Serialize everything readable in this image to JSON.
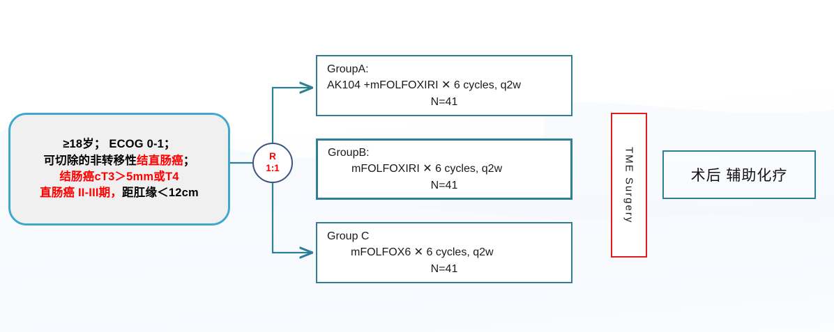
{
  "diagram": {
    "title": "Randomized clinical trial design flow diagram",
    "colors": {
      "eligibility_border": "#3fa8cc",
      "eligibility_fill": "#f0f0f0",
      "group_box_border": "#2d7f96",
      "connector": "#2d7f96",
      "circle_border": "#3b5480",
      "circle_text": "#ff0000",
      "surgery_border": "#e01b1b",
      "highlight_text": "#ff0000",
      "body_text": "#1a1a1a"
    }
  },
  "eligibility": {
    "lines": [
      {
        "segments": [
          {
            "text": "≥18岁；  ECOG 0-1；",
            "color": "black"
          }
        ]
      },
      {
        "segments": [
          {
            "text": "可切除的非转移性",
            "color": "black"
          },
          {
            "text": "结直肠癌",
            "color": "red"
          },
          {
            "text": "；",
            "color": "black"
          }
        ]
      },
      {
        "segments": [
          {
            "text": "结肠癌cT3＞5mm或T4",
            "color": "red"
          }
        ]
      },
      {
        "segments": [
          {
            "text": "直肠癌 II-III期，",
            "color": "red"
          },
          {
            "text": "距肛缘＜12cm",
            "color": "black"
          }
        ]
      }
    ]
  },
  "randomization": {
    "label": "R",
    "ratio": "1:1"
  },
  "arms": [
    {
      "id": "group-a",
      "title": "GroupA:",
      "regimen": "AK104 +mFOLFOXIRI ✕ 6 cycles, q2w",
      "n": "N=41",
      "indent": false
    },
    {
      "id": "group-b",
      "title": "GroupB:",
      "regimen": "mFOLFOXIRI ✕ 6 cycles, q2w",
      "n": "N=41",
      "indent": true
    },
    {
      "id": "group-c",
      "title": "Group C",
      "regimen": "mFOLFOX6 ✕ 6 cycles, q2w",
      "n": "N=41",
      "indent": true
    }
  ],
  "surgery": {
    "label": "TME Surgery"
  },
  "adjuvant": {
    "label": "术后 辅助化疗"
  }
}
